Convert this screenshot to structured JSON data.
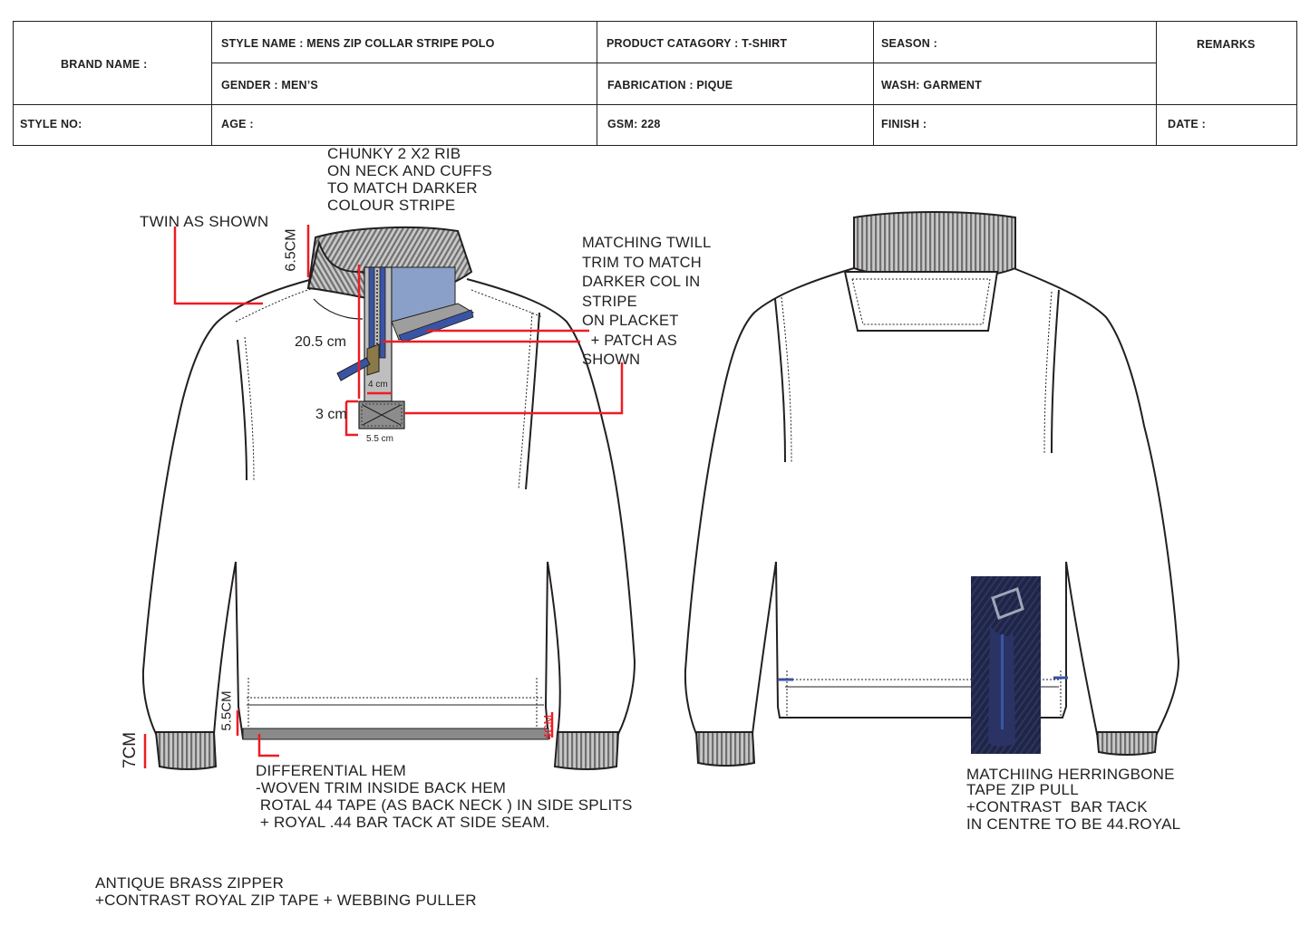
{
  "header": {
    "brand_name": "BRAND NAME :",
    "style_name": "STYLE NAME : MENS ZIP COLLAR STRIPE POLO",
    "product_category": "PRODUCT CATAGORY : T-SHIRT",
    "season": "SEASON :",
    "remarks": "REMARKS",
    "gender": "GENDER : MEN’S",
    "fabrication": "FABRICATION : PIQUE",
    "wash": "WASH: GARMENT",
    "style_no": "STYLE NO:",
    "age": "AGE :",
    "gsm": "GSM: 228",
    "finish": "FINISH :",
    "date": "DATE :"
  },
  "annotations": {
    "rib": [
      "CHUNKY 2 X2 RIB",
      "ON NECK AND CUFFS",
      "TO MATCH DARKER",
      "COLOUR STRIPE"
    ],
    "twin": "TWIN AS SHOWN",
    "twill": [
      "MATCHING TWILL",
      "TRIM TO MATCH",
      "DARKER COL IN",
      "STRIPE",
      "ON PLACKET",
      "  + PATCH AS",
      "SHOWN"
    ],
    "hem": [
      "DIFFERENTIAL HEM",
      "-WOVEN TRIM INSIDE BACK HEM",
      " ROTAL 44 TAPE (AS BACK NECK ) IN SIDE SPLITS",
      " + ROYAL .44 BAR TACK AT SIDE SEAM."
    ],
    "zip_pull": [
      "MATCHIING HERRINGBONE",
      "TAPE ZIP PULL",
      "+CONTRAST  BAR TACK",
      "IN CENTRE TO BE 44.ROYAL"
    ],
    "zipper": [
      "ANTIQUE BRASS ZIPPER",
      "+CONTRAST ROYAL ZIP TAPE + WEBBING PULLER"
    ]
  },
  "dimensions": {
    "collar_height": "6.5CM",
    "placket_length": "20.5 cm",
    "placket_width": "4 cm",
    "patch_height": "3 cm",
    "patch_width": "5.5 cm",
    "hem_height": "5.5CM",
    "cuff_height": "7CM",
    "split_height": "4CM"
  },
  "colors": {
    "line": "#231f20",
    "dimension_red": "#ed1c24",
    "royal_blue": "#3954a5",
    "rib_grey": "#9b9b9b",
    "navy_photo": "#1c2240"
  }
}
